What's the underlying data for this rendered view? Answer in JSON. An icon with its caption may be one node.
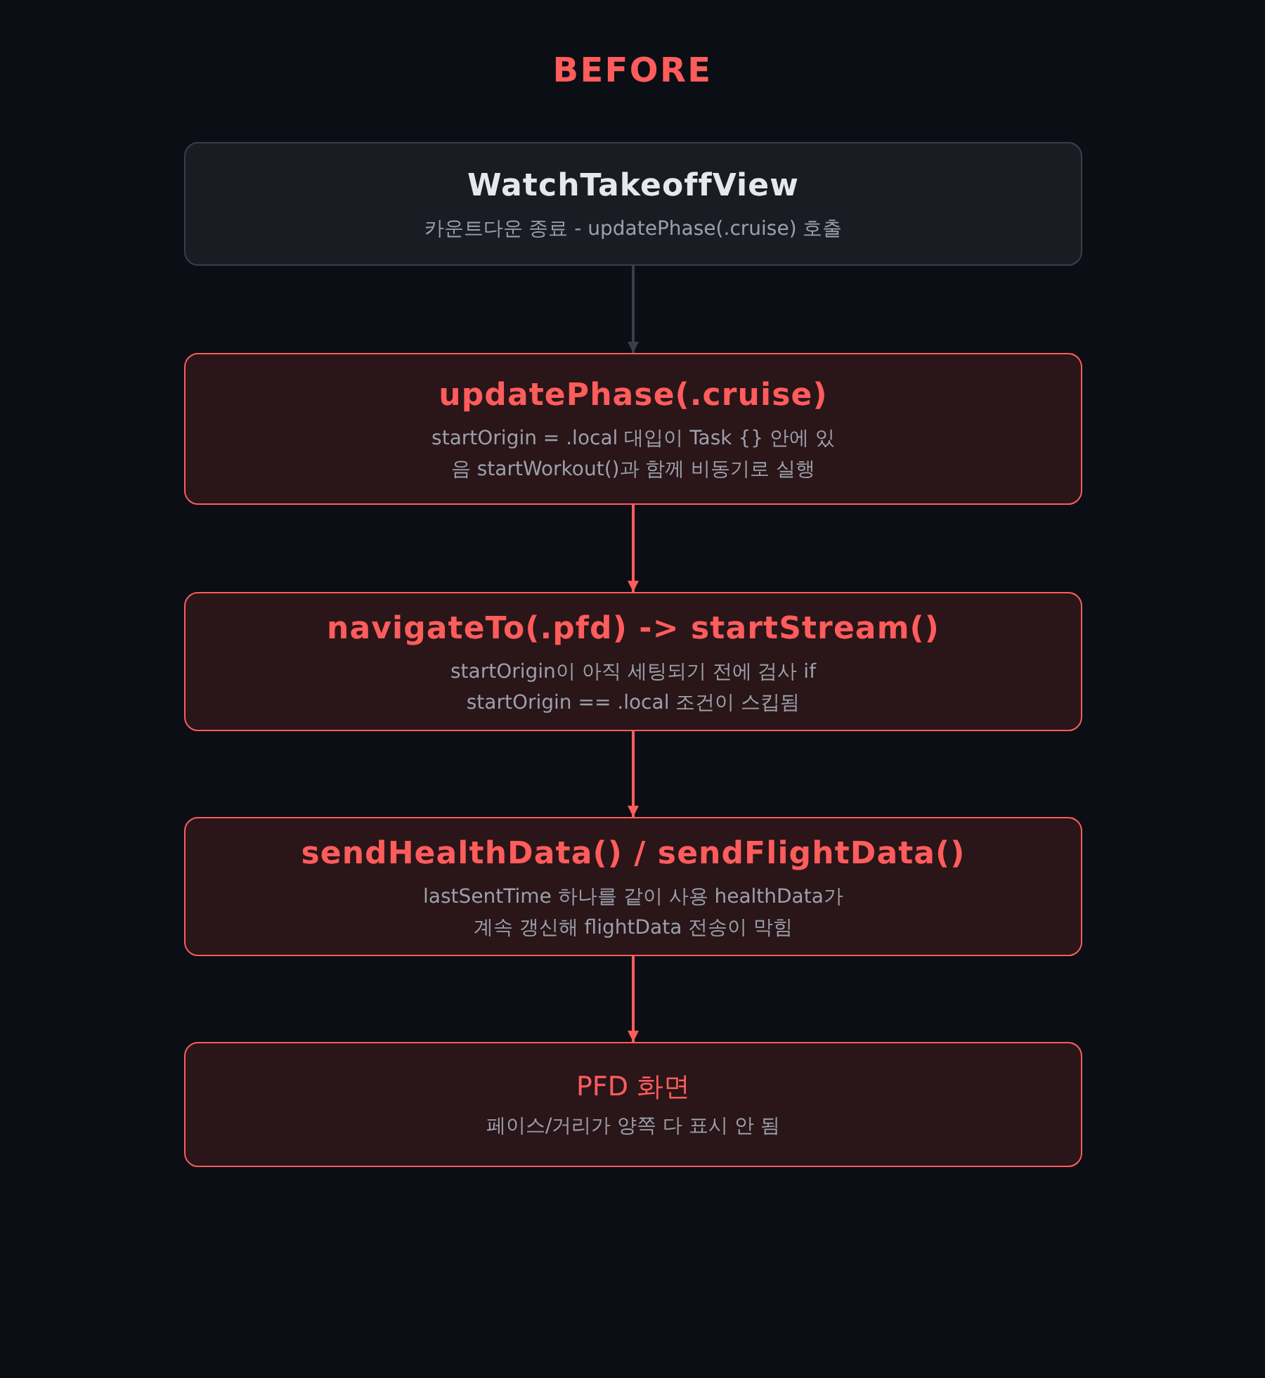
{
  "diagram": {
    "title": "BEFORE",
    "nodes": [
      {
        "text": [
          "WatchTakeoffView",
          "카운트다운 종료 - updatePhase(.cruise) 호출"
        ]
      },
      {
        "text": [
          "updatePhase(.cruise)",
          "startOrigin = .local 대입이 Task {} 안에 있음 startWorkout()과 함께 비동기로 실행"
        ]
      },
      {
        "text": [
          "navigateTo(.pfd) -> startStream()",
          "startOrigin이 아직 세팅되기 전에 검사 if startOrigin == .local 조건이 스킵됨"
        ]
      },
      {
        "text": [
          "sendHealthData() / sendFlightData()",
          "lastSentTime 하나를 같이 사용 healthData가 계속 갱신해 flightData 전송이 막힘"
        ]
      },
      {
        "text": [
          "PFD 화면",
          "페이스/거리가 양쪽 다 표시 안 됨"
        ]
      }
    ],
    "edges": [
      {
        "from": 0,
        "to": 1,
        "arrow": "to",
        "color": "#3a3e47"
      },
      {
        "from": 1,
        "to": 2,
        "arrow": "to"
      },
      {
        "from": 2,
        "to": 3,
        "arrow": "to"
      },
      {
        "from": 3,
        "to": 4,
        "arrow": "to"
      }
    ]
  }
}
